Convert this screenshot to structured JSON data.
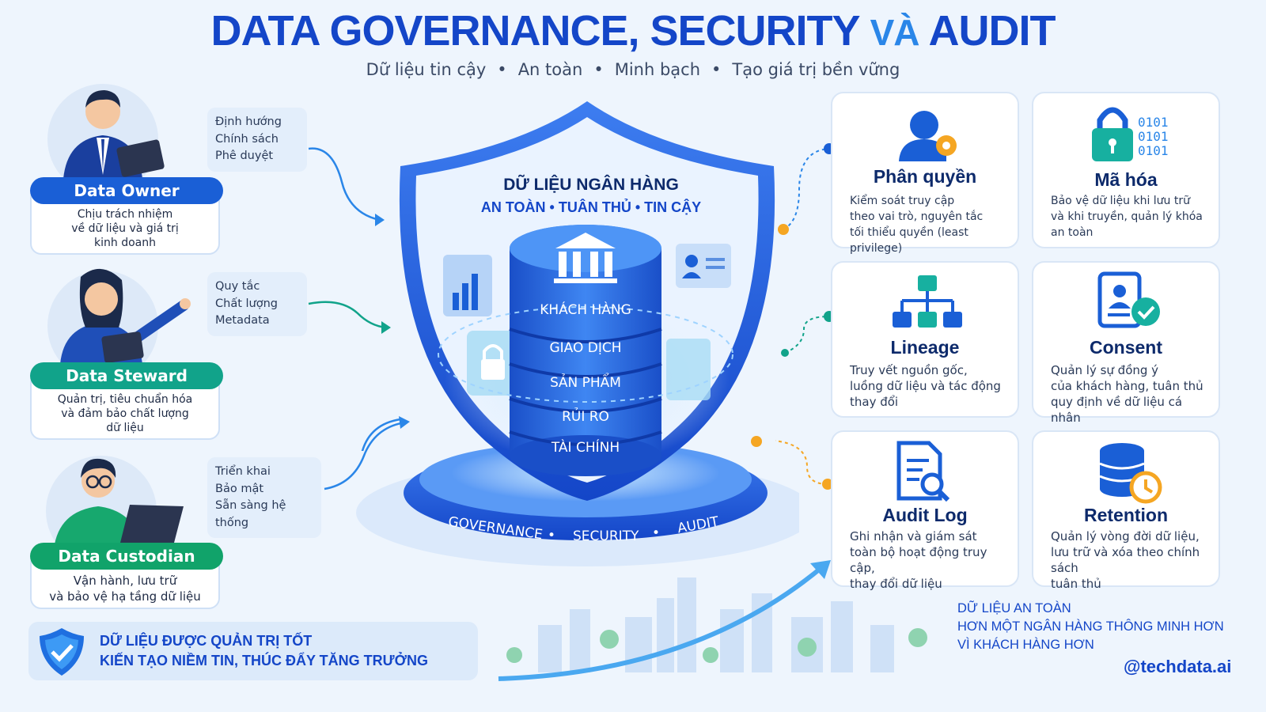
{
  "header": {
    "title_part1": "DATA GOVERNANCE, SECURITY",
    "title_va": "VÀ",
    "title_part2": "AUDIT",
    "subtitle_items": [
      "Dữ liệu tin cậy",
      "An toàn",
      "Minh bạch",
      "Tạo giá trị bền vững"
    ]
  },
  "roles": [
    {
      "name": "Data Owner",
      "desc": [
        "Chịu trách nhiệm",
        "về dữ liệu và giá trị",
        "kinh doanh"
      ],
      "bubble": [
        "Định hướng",
        "Chính sách",
        "Phê duyệt"
      ],
      "color": "#1a5fd6"
    },
    {
      "name": "Data Steward",
      "desc": [
        "Quản trị, tiêu chuẩn hóa",
        "và đảm bảo chất lượng",
        "dữ liệu"
      ],
      "bubble": [
        "Quy tắc",
        "Chất lượng",
        "Metadata"
      ],
      "color": "#11a38a"
    },
    {
      "name": "Data Custodian",
      "desc": [
        "Vận hành, lưu trữ",
        "và bảo vệ hạ tầng dữ liệu"
      ],
      "bubble": [
        "Triển khai",
        "Bảo mật",
        "Sẵn sàng hệ thống"
      ],
      "color": "#11a36a"
    }
  ],
  "shield": {
    "heading": "DỮ LIỆU NGÂN HÀNG",
    "tagline": "AN TOÀN • TUÂN THỦ • TIN CẬY",
    "layers": [
      "KHÁCH HÀNG",
      "GIAO DỊCH",
      "SẢN PHẨM",
      "RỦI RO",
      "TÀI CHÍNH"
    ],
    "base_text": [
      "GOVERNANCE",
      "SECURITY",
      "AUDIT"
    ]
  },
  "features": [
    {
      "title": "Phân quyền",
      "desc": [
        "Kiểm soát truy cập",
        "theo vai trò, nguyên tắc",
        "tối thiểu quyền (least privilege)"
      ],
      "icon": "user-gear-icon"
    },
    {
      "title": "Mã hóa",
      "desc": [
        "Bảo vệ dữ liệu khi lưu trữ",
        "và khi truyền, quản lý khóa",
        "an toàn"
      ],
      "icon": "lock-binary-icon",
      "binary": [
        "0101",
        "0101",
        "0101"
      ]
    },
    {
      "title": "Lineage",
      "desc": [
        "Truy vết nguồn gốc,",
        "luồng dữ liệu và tác động",
        "thay đổi"
      ],
      "icon": "hierarchy-icon"
    },
    {
      "title": "Consent",
      "desc": [
        "Quản lý sự đồng ý",
        "của khách hàng, tuân thủ",
        "quy định về dữ liệu cá nhân"
      ],
      "icon": "profile-check-icon"
    },
    {
      "title": "Audit Log",
      "desc": [
        "Ghi nhận và giám sát",
        "toàn bộ hoạt động truy cập,",
        "thay đổi dữ liệu"
      ],
      "icon": "document-search-icon"
    },
    {
      "title": "Retention",
      "desc": [
        "Quản lý vòng đời dữ liệu,",
        "lưu trữ và xóa theo chính sách",
        "tuân thủ"
      ],
      "icon": "database-clock-icon"
    }
  ],
  "banner": {
    "line1": "DỮ LIỆU ĐƯỢC QUẢN TRỊ TỐT",
    "line2": "KIẾN TẠO NIỀM TIN, THÚC ĐẨY TĂNG TRƯỞNG"
  },
  "slogan": {
    "line1": "DỮ LIỆU AN TOÀN",
    "line2": "HƠN MỘT NGÂN HÀNG THÔNG MINH HƠN",
    "line3": "VÌ KHÁCH HÀNG HƠN"
  },
  "handle": "@techdata.ai",
  "colors": {
    "primary": "#1446c8",
    "accent": "#2a86e8",
    "green": "#11a38a",
    "orange": "#f5a623"
  }
}
